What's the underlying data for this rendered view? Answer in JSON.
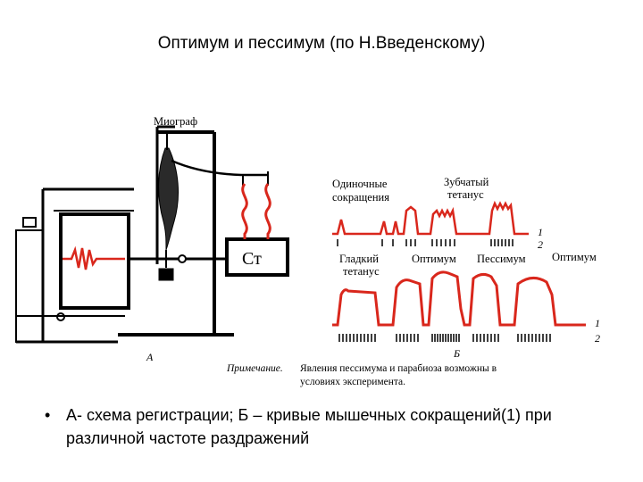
{
  "slide": {
    "title": "Оптимум и пессимум (по Н.Введенскому)",
    "bullet_symbol": "•",
    "bullet_text": "А- схема регистрации; Б – кривые мышечных сокращений(1) при различной частоте раздражений"
  },
  "figure_a": {
    "myograph_label": "Миограф",
    "stimulator_label": "Ст",
    "panel_label": "А"
  },
  "figure_b": {
    "single_contractions": [
      "Одиночные",
      "сокращения"
    ],
    "dentate_tetanus": [
      "Зубчатый",
      "тетанус"
    ],
    "smooth_tetanus": [
      "Гладкий",
      "тетанус"
    ],
    "optimum_1": "Оптимум",
    "pessimum": "Пессимум",
    "optimum_2": "Оптимум",
    "trace_1": "1",
    "trace_2": "2",
    "panel_label": "Б",
    "note_title": "Примечание.",
    "note_line_1": "Явления пессимума и парабиоза возможны в",
    "note_line_2": "условиях эксперимента."
  },
  "colors": {
    "trace": "#d9271c",
    "line": "#000000"
  }
}
